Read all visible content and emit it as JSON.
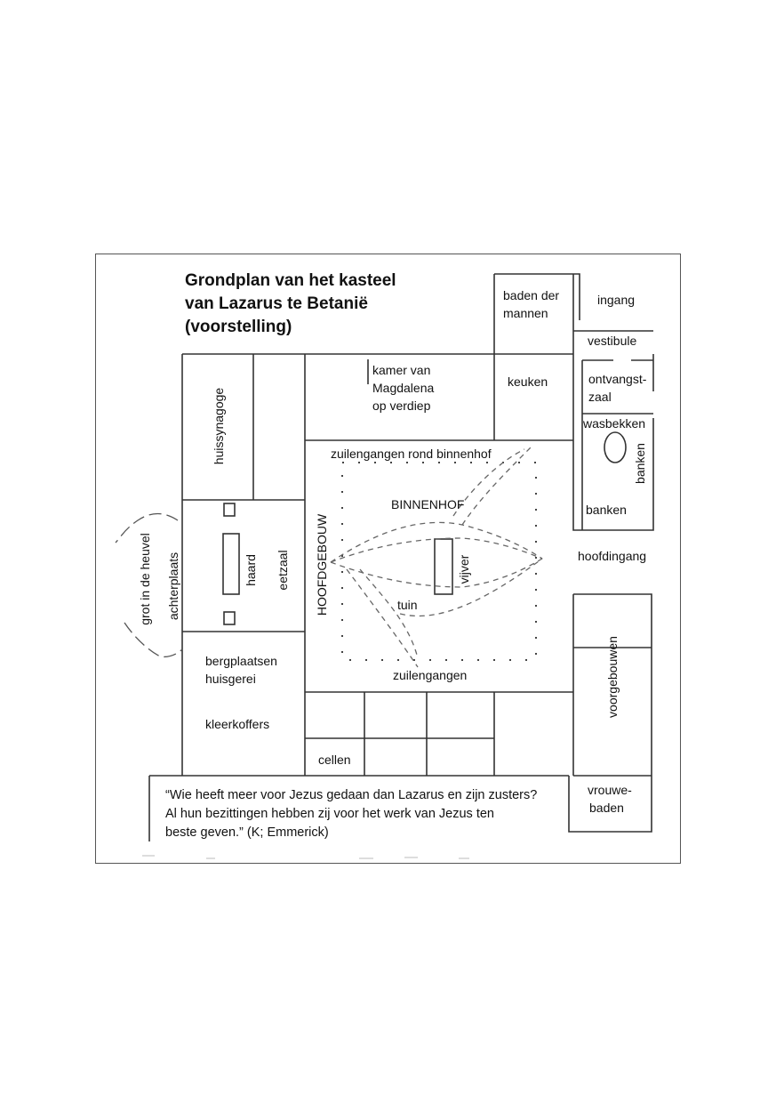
{
  "title_lines": [
    "Grondplan van het kasteel",
    "van Lazarus te Betanië",
    "(voorstelling)"
  ],
  "labels": {
    "baden_der_mannen": [
      "baden der",
      "mannen"
    ],
    "ingang": "ingang",
    "vestibule": "vestibule",
    "kamer_van_magdalena": [
      "kamer van",
      "Magdalena",
      "op verdiep"
    ],
    "keuken": "keuken",
    "ontvangstzaal": [
      "ontvangst-",
      "zaal"
    ],
    "wasbekken": "wasbekken",
    "huissynagoge": "huissynagoge",
    "zuilengangen_rond_binnenhof": "zuilengangen rond binnenhof",
    "banken_vertical": "banken",
    "binnenhof": "BINNENHOF",
    "banken": "banken",
    "grot_in_de_heuvel": "grot in de heuvel",
    "achterplaats": "achterplaats",
    "haard": "haard",
    "eetzaal": "eetzaal",
    "hoofdgebouw": "HOOFDGEBOUW",
    "vijver": "vijver",
    "hoofdingang": "hoofdingang",
    "tuin": "tuin",
    "voorgebouwen": "voorgebouwen",
    "bergplaatsen_huisgerei": [
      "bergplaatsen",
      "huisgerei"
    ],
    "zuilengangen": "zuilengangen",
    "kleerkoffers": "kleerkoffers",
    "cellen": "cellen",
    "vrouwebaden": [
      "vrouwe-",
      "baden"
    ]
  },
  "quote_lines": [
    "“Wie heeft meer voor Jezus gedaan dan Lazarus en zijn zusters?",
    "Al hun bezittingen hebben zij voor het werk van Jezus ten",
    "beste geven.” (K; Emmerick)"
  ]
}
